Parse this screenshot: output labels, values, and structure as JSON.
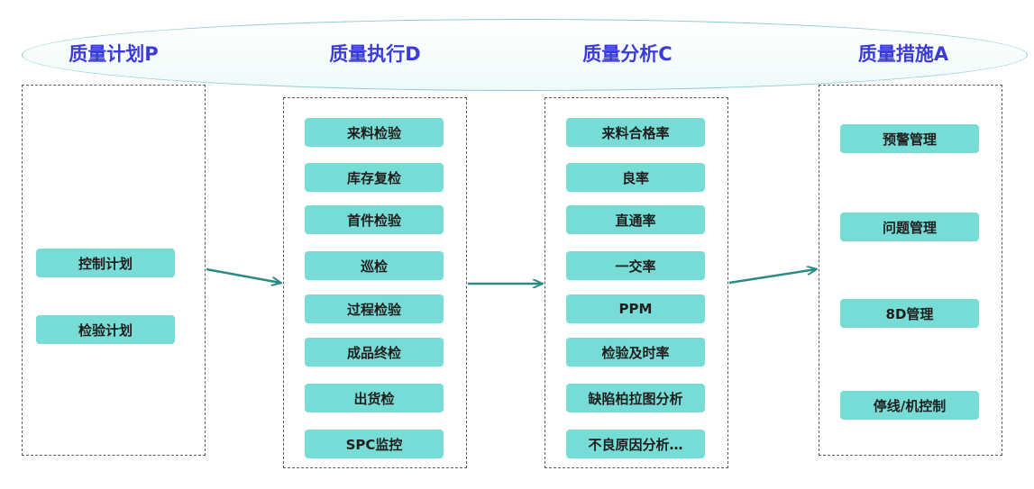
{
  "phases": [
    {
      "title": "质量计划P",
      "items": [
        "控制计划",
        "检验计划"
      ]
    },
    {
      "title": "质量执行D",
      "items": [
        "来料检验",
        "库存复检",
        "首件检验",
        "巡检",
        "过程检验",
        "成品终检",
        "出货检",
        "SPC监控"
      ]
    },
    {
      "title": "质量分析C",
      "items": [
        "来料合格率",
        "良率",
        "直通率",
        "一交率",
        "PPM",
        "检验及时率",
        "缺陷柏拉图分析",
        "不良原因分析…"
      ]
    },
    {
      "title": "质量措施A",
      "items": [
        "预警管理",
        "问题管理",
        "8D管理",
        "停线/机控制"
      ]
    }
  ],
  "colors": {
    "title": "#3b3bd9",
    "item_fill": "#78dcd6",
    "arrow": "#2a8a86",
    "ellipse_border": "#8ccccc"
  }
}
